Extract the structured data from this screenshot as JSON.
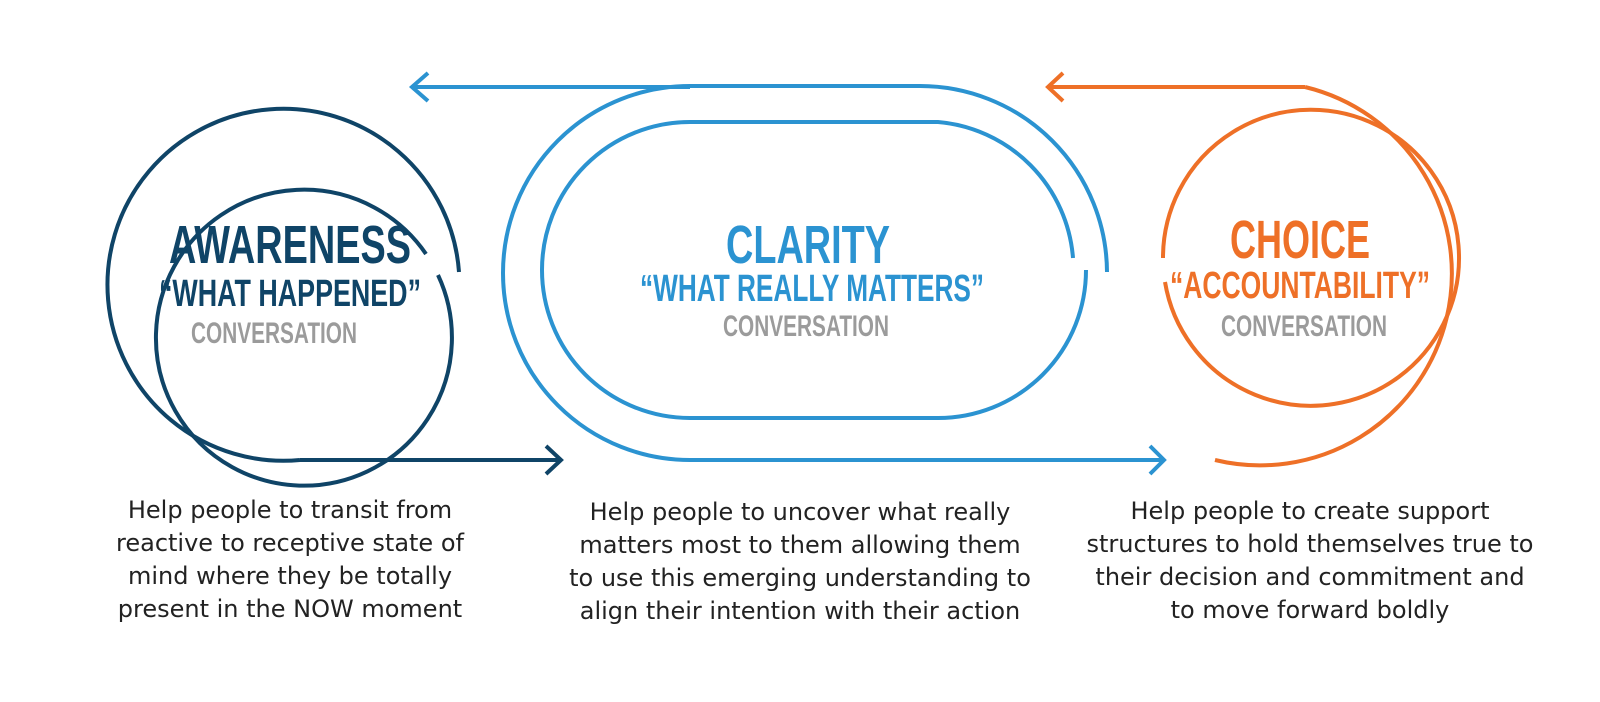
{
  "colors": {
    "awareness": "#0f4467",
    "clarity": "#2b93d1",
    "choice": "#ee7027",
    "subtitle_gray": "#9b9b9b",
    "body_text": "#222222"
  },
  "stages": [
    {
      "id": "awareness",
      "title": "AWARENESS",
      "subtitle": "“WHAT HAPPENED”",
      "label": "CONVERSATION",
      "description_lines": [
        "Help people to transit from",
        "reactive to receptive state of",
        "mind where they be totally",
        "present in the NOW moment"
      ]
    },
    {
      "id": "clarity",
      "title": "CLARITY",
      "subtitle": "“WHAT REALLY MATTERS”",
      "label": "CONVERSATION",
      "description_lines": [
        "Help people to uncover what really",
        "matters most to them allowing them",
        "to use this emerging understanding to",
        "align their intention with their action"
      ]
    },
    {
      "id": "choice",
      "title": "CHOICE",
      "subtitle": "“ACCOUNTABILITY”",
      "label": "CONVERSATION",
      "description_lines": [
        "Help people to create support",
        "structures to hold themselves true to",
        "their decision and commitment and",
        "to move forward boldly"
      ]
    }
  ],
  "connectors": [
    {
      "from": "awareness",
      "to": "clarity",
      "direction": "right",
      "icon": "arrow-right-icon"
    },
    {
      "from": "clarity",
      "to": "awareness",
      "direction": "left",
      "icon": "arrow-left-icon"
    },
    {
      "from": "clarity",
      "to": "choice",
      "direction": "right",
      "icon": "arrow-right-icon"
    },
    {
      "from": "choice",
      "to": "clarity",
      "direction": "left",
      "icon": "arrow-left-icon"
    }
  ]
}
